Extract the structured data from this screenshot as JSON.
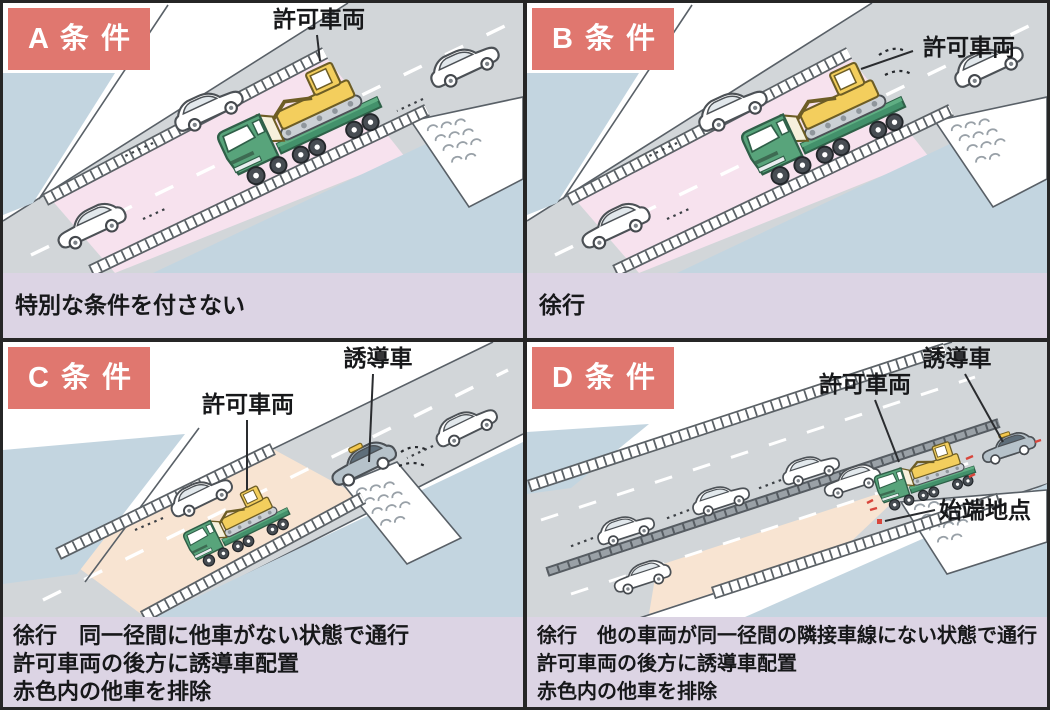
{
  "panels": [
    {
      "id": "A",
      "badge": "A 条 件",
      "caption_lines": [
        "特別な条件を付さない"
      ],
      "labels": {
        "vehicle": "許可車両"
      }
    },
    {
      "id": "B",
      "badge": "B 条 件",
      "caption_lines": [
        "徐行"
      ],
      "labels": {
        "vehicle": "許可車両"
      }
    },
    {
      "id": "C",
      "badge": "C 条 件",
      "caption_lines": [
        "徐行　同一径間に他車がない状態で通行",
        "許可車両の後方に誘導車配置",
        "赤色内の他車を排除"
      ],
      "labels": {
        "vehicle": "許可車両",
        "guide": "誘導車"
      }
    },
    {
      "id": "D",
      "badge": "D 条 件",
      "caption_lines": [
        "徐行　他の車両が同一径間の隣接車線にない状態で通行",
        "許可車両の後方に誘導車配置",
        "赤色内の他車を排除"
      ],
      "labels": {
        "vehicle": "許可車両",
        "guide": "誘導車",
        "start": "始端地点"
      }
    }
  ],
  "colors": {
    "badge_bg": "#E0776F",
    "badge_text": "#FFFFFF",
    "caption_bg": "#DCD4E4",
    "caption_text": "#17181A",
    "frame_border": "#262626",
    "road": "#D2D6D9",
    "water": "#C3D5E0",
    "red_zone_pink": "#F7E2EE",
    "red_zone_peach": "#F8E4D2",
    "truck_green": "#58A47B",
    "trailer_green": "#43916B",
    "excavator_yellow": "#F3CE5D",
    "guide_light_yellow": "#F4C84F",
    "caution_red": "#D8463C"
  }
}
